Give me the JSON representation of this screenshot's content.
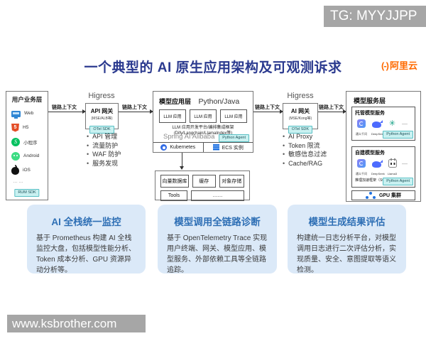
{
  "watermark_top": "TG: MYYJJPP",
  "watermark_bottom": "www.ksbrother.com",
  "header": {
    "title": "一个典型的 AI 原生应用架构及可观测诉求",
    "logo_bracket": "(-)",
    "logo_name": "阿里云"
  },
  "labels": {
    "trace_context": "链路上下文",
    "higress": "Higress"
  },
  "user_layer": {
    "title": "用户业务层",
    "items": [
      {
        "icon": "web-icon",
        "label": "Web"
      },
      {
        "icon": "h5-icon",
        "label": "H5"
      },
      {
        "icon": "miniprogram-icon",
        "label": "小程序"
      },
      {
        "icon": "android-icon",
        "label": "Android"
      },
      {
        "icon": "ios-icon",
        "label": "iOS"
      }
    ],
    "ellipsis": "……",
    "sdk_badge": "RUM SDK"
  },
  "api_gateway": {
    "name": "API 网关",
    "subtitle": "(MSE/ALB等)",
    "sdk_badge": "OTel SDK",
    "bullets": [
      "API 管理",
      "流量防护",
      "WAF 防护",
      "服务发现"
    ]
  },
  "app_layer": {
    "title": "模型应用层",
    "lang": "Python/Java",
    "llm_boxes": [
      "LLM 应用",
      "LLM 应用",
      "LLM 应用"
    ],
    "platform_line1": "LLM 应用开发平台/编排集成框架",
    "platform_line2": "(Dify/Langchain/LlamaIndex等)",
    "spring": "Spring AI Alibaba",
    "agent_badge": "Python Agent",
    "kubernetes": "Kubernetes",
    "ecs": "ECS 实例"
  },
  "deps": {
    "vector_db": "向量数据库",
    "cache": "缓存",
    "object_storage": "对象存储",
    "tools": "Tools",
    "ellipsis": "……"
  },
  "ai_gateway": {
    "name": "AI 网关",
    "subtitle": "(MSE/Kong等)",
    "sdk_badge": "OTel SDK",
    "bullets": [
      "AI Proxy",
      "Token 限流",
      "敏感信息过滤",
      "Cache/RAG"
    ]
  },
  "model_service": {
    "title": "模型服务层",
    "hosted": {
      "title": "托管模型服务",
      "models": [
        {
          "icon": "tongyi-icon",
          "label": "通义千问"
        },
        {
          "icon": "deepseek-icon",
          "label": "DeepSeek"
        },
        {
          "icon": "openai-icon",
          "label": "OpenAI"
        }
      ],
      "more": "—",
      "agent_badge": "Python Agent"
    },
    "self_built": {
      "title": "自建模型服务",
      "models": [
        {
          "icon": "tongyi-icon",
          "label": "通义千问"
        },
        {
          "icon": "deepseek-icon",
          "label": "DeepSeek"
        },
        {
          "icon": "llama-icon",
          "label": "Llama3"
        }
      ],
      "more": "—",
      "framework": "推理加速框架（SGLang/vLLM等）",
      "agent_badge": "Python Agent"
    },
    "gpu_label": "GPU 集群"
  },
  "cards": [
    {
      "title": "AI 全栈统一监控",
      "body": "基于 Prometheus 构建 AI 全栈监控大盘，包括模型性能分析、Token 成本分析、GPU 资源异动分析等。"
    },
    {
      "title": "模型调用全链路诊断",
      "body": "基于 OpenTelemetry Trace 实现用户终端、网关、模型应用、模型服务、外部依赖工具等全链路追踪。"
    },
    {
      "title": "模型生成结果评估",
      "body": "构建统一日志分析平台，对模型调用日志进行二次评估分析，实现质量、安全、意图提取等语义检测。"
    }
  ],
  "colors": {
    "title_blue": "#2b3a8f",
    "card_title_blue": "#2e6fb5",
    "card_bg": "#dbe9f8",
    "badge_teal_bg": "#c9f1f1",
    "badge_teal_border": "#58bfc4",
    "alibaba_orange": "#ff6a00",
    "watermark_gray": "#a6a6a6"
  }
}
